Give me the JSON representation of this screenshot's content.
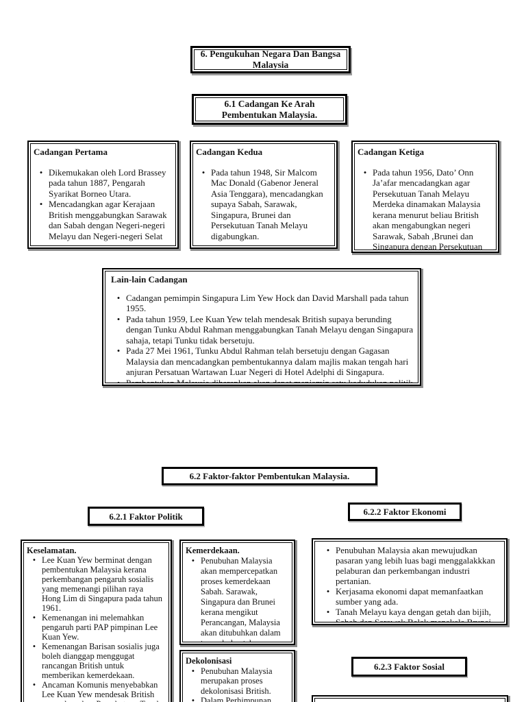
{
  "headers": {
    "main_title": "6. Pengukuhan Negara Dan Bangsa Malaysia",
    "section_6_1": "6.1 Cadangan Ke Arah Pembentukan Malaysia.",
    "section_6_2": "6.2 Faktor-faktor Pembentukan Malaysia.",
    "section_6_2_1": "6.2.1 Faktor Politik",
    "section_6_2_2": "6.2.2 Faktor Ekonomi",
    "section_6_2_3": "6.2.3 Faktor Sosial"
  },
  "cadangan_pertama": {
    "title": "Cadangan Pertama",
    "bullets": [
      "Dikemukakan oleh Lord Brassey pada tahun 1887, Pengarah Syarikat Borneo Utara.",
      "Mencadangkan agar Kerajaan British menggabungkan Sarawak dan Sabah dengan Negeri-negeri Melayu dan Negeri-negeri Selat"
    ]
  },
  "cadangan_kedua": {
    "title": "Cadangan Kedua",
    "bullets": [
      "Pada tahun 1948, Sir Malcom Mac Donald (Gabenor Jeneral Asia Tenggara), mencadangkan supaya Sabah, Sarawak, Singapura, Brunei dan Persekutuan Tanah Melayu digabungkan."
    ]
  },
  "cadangan_ketiga": {
    "title": "Cadangan Ketiga",
    "bullets": [
      "Pada tahun 1956, Dato’ Onn Ja’afar mencadangkan agar Persekutuan Tanah Melayu Merdeka dinamakan Malaysia kerana menurut beliau British akan mengabungkan negeri Sarawak, Sabah ,Brunei dan Singapura dengan Persekutuan Tanah Melayu."
    ]
  },
  "lain_lain": {
    "title": "Lain-lain Cadangan",
    "bullets": [
      "Cadangan pemimpin Singapura Lim Yew Hock dan David Marshall pada tahun 1955.",
      "Pada tahun 1959, Lee Kuan Yew telah mendesak British supaya berunding dengan Tunku Abdul Rahman menggabungkan Tanah Melayu dengan Singapura sahaja, tetapi Tunku tidak bersetuju.",
      "Pada 27 Mei 1961, Tunku Abdul Rahman telah bersetuju dengan Gagasan Malaysia dan mencadangkan pembentukannya dalam majlis makan tengah hari anjuran Persatuan Wartawan Luar Negeri di Hotel Adelphi di Singapura.",
      "Pembentukan Malaysia diharapkan akan dapat menjamin satu kedudukan politik yang lebih kukuh dan disegani di rantau ini."
    ]
  },
  "keselamatan": {
    "title": "Keselamatan.",
    "bullets": [
      "Lee Kuan Yew berminat dengan pembentukan Malaysia kerana perkembangan pengaruh sosialis yang memenangi pilihan raya Hong Lim di Singapura pada tahun 1961.",
      "Kemenangan ini melemahkan pengaruh parti PAP pimpinan Lee Kuan Yew.",
      "Kemenangan Barisan sosialis juga boleh dianggap menggugat rancangan British untuk memberikan kemerdekaan.",
      "Ancaman Komunis menyebabkan Lee Kuan Yew mendesak British mengabungkan Persekutuan Tanah"
    ]
  },
  "kemerdekaan": {
    "title": "Kemerdekaan.",
    "bullets": [
      "Penubuhan Malaysia akan mempercepatkan proses kemerdekaan Sabah. Sarawak, Singapura dan Brunei kerana mengikut Perancangan, Malaysia akan ditubuhkan dalam tempoh dua tahun."
    ]
  },
  "ekonomi": {
    "bullets": [
      "Penubuhan Malaysia akan mewujudkan pasaran yang lebih luas bagi menggalakkkan pelaburan dan perkembangan industri pertanian.",
      "Kerjasama ekonomi dapat memanfaatkan sumber yang ada.",
      "Tanah Melayu kaya dengan getah dan bijih, Sabah dan Sarawak Balak manakala Brunei kaya dengan Minyak."
    ]
  },
  "dekolonisasi": {
    "title": "Dekolonisasi",
    "bullets": [
      "Penubuhan Malaysia merupakan proses dekolonisasi British.",
      "Dalam Perhimpunan Agung"
    ]
  },
  "colors": {
    "border": "#000000",
    "shadow": "#8f8f8f",
    "text": "#151515",
    "background": "#ffffff"
  }
}
